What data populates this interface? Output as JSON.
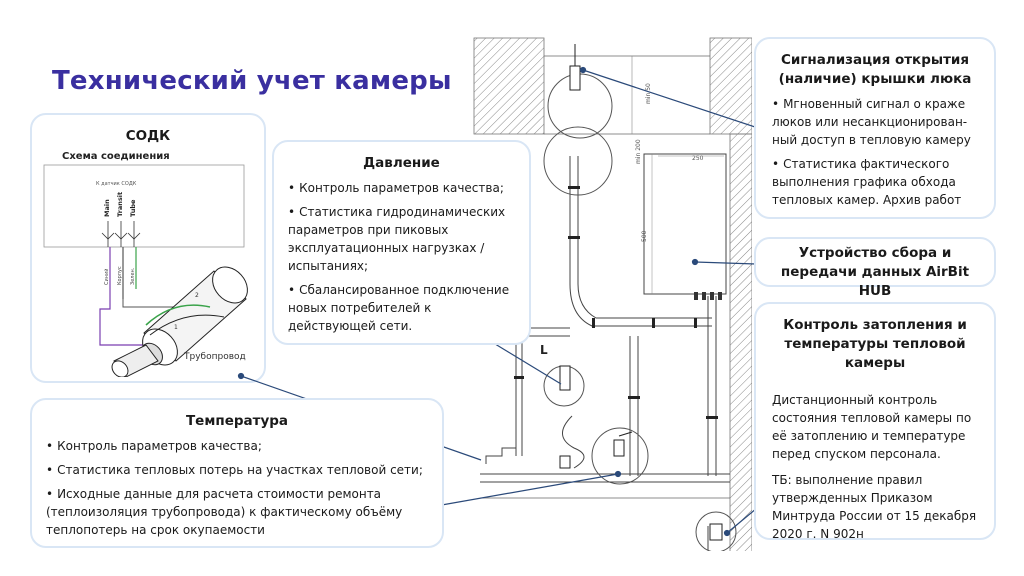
{
  "title": "Технический учет камеры",
  "sodk": {
    "title": "СОДК",
    "scheme_title": "Схема соединения",
    "device_label": "К датчик СОДК",
    "terminals": [
      "Main",
      "Transit",
      "Tube"
    ],
    "wires": [
      "Синий",
      "Корпус",
      "Зелен."
    ],
    "pipe_label": "Трубопровод",
    "pipe_numbers": [
      "1",
      "2"
    ]
  },
  "pressure": {
    "title": "Давление",
    "items": [
      "Контроль параметров качества;",
      "Статистика гидродинамических параметров при пиковых эксплуатационных нагрузках / испытаниях;",
      "Сбалансированное подключение новых потребителей к действующей сети."
    ]
  },
  "temperature": {
    "title": "Температура",
    "items": [
      "Контроль параметров качества;",
      "Статистика тепловых потерь на участках тепловой сети;",
      "Исходные данные для расчета стоимости ремонта (теплоизоляция трубопровода) к фактическому объёму теплопотерь на срок окупаемости"
    ]
  },
  "hatch": {
    "title": "Сигнализация открытия (наличие) крышки люка",
    "items": [
      "Мгновенный сигнал о краже люков или несанкционирован-ный доступ в тепловую камеру",
      "Статистика фактического выполнения графика обхода тепловых камер. Архив работ"
    ]
  },
  "hub": {
    "title": "Устройство сбора и передачи данных AirBit HUB"
  },
  "flood": {
    "title": "Контроль затопления и температуры тепловой камеры",
    "paragraph1": "Дистанционный контроль состояния тепловой камеры по её затоплению и температуре перед спуском персонала.",
    "paragraph2": "ТБ: выполнение правил утвержденных Приказом Минтруда России от 15 декабря 2020 г. N 902н"
  },
  "drawing": {
    "dim_top": "min 50",
    "dim_width": "250",
    "dim_height": "500",
    "dim_side": "min 200",
    "marker": "L"
  },
  "colors": {
    "title": "#3a2fa0",
    "card_border": "#d9e6f5",
    "leader": "#2b4a7a"
  }
}
